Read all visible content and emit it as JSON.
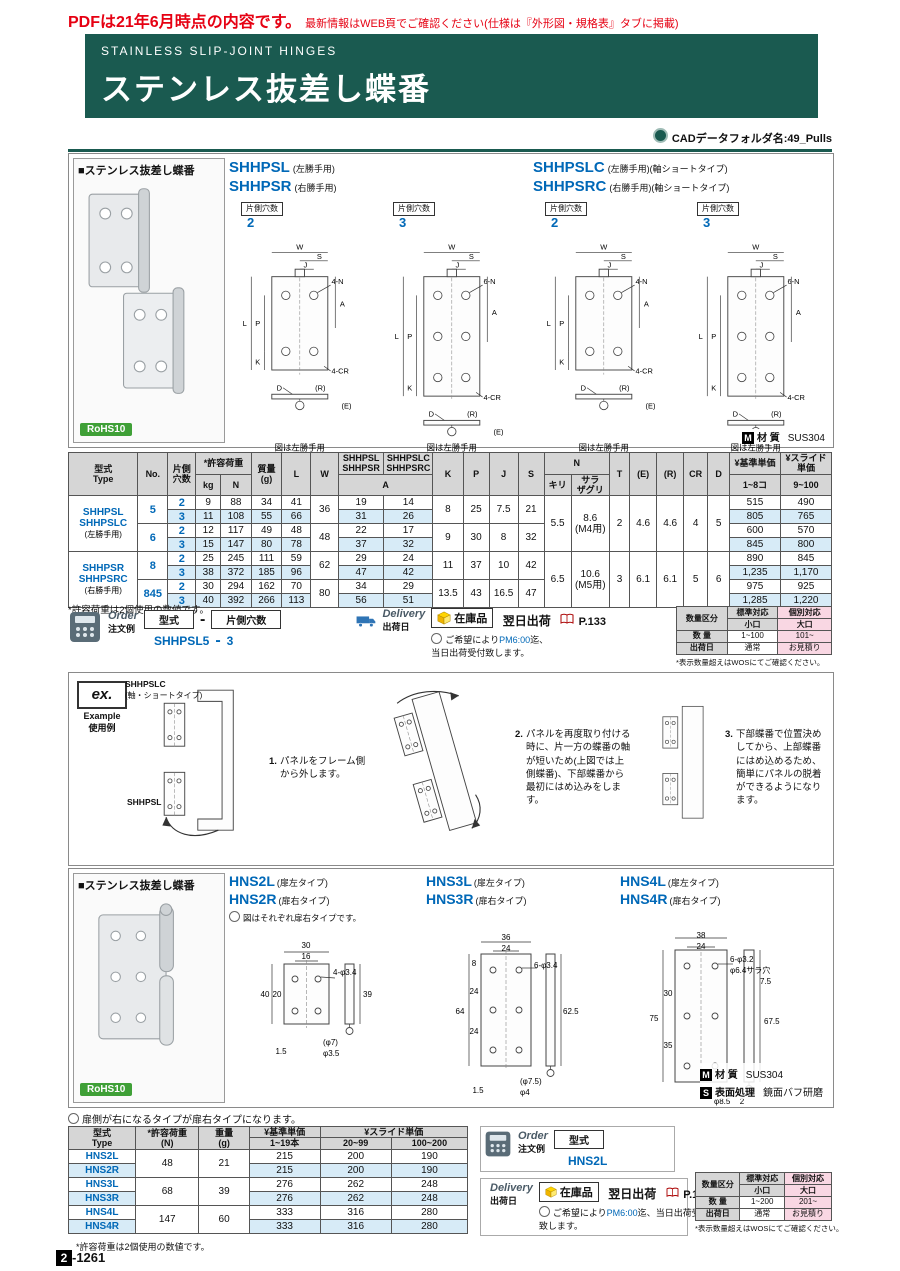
{
  "colors": {
    "header_teal": "#1a5a50",
    "accent_blue": "#0068b7",
    "notice_red": "#e60012",
    "row_alt_blue": "#d7ebf7",
    "qty_pink": "#f9d7e3",
    "rohs_green": "#3fa037",
    "header_gray": "#d6d6d6"
  },
  "notice": {
    "main": "PDFは21年6月時点の内容です。",
    "sub": "最新情報はWEB頁でご確認ください(仕様は『外形図・規格表』タブに掲載)"
  },
  "header": {
    "en": "STAINLESS SLIP-JOINT HINGES",
    "jp": "ステンレス抜差し蝶番",
    "cad_label": "CADデータフォルダ名:49_Pulls"
  },
  "section1": {
    "label": "■ステンレス抜差し蝶番",
    "rohs": "RoHS10",
    "product_groups": [
      {
        "items": [
          {
            "name": "SHHPSL",
            "note": "(左勝手用)"
          },
          {
            "name": "SHHPSR",
            "note": "(右勝手用)"
          }
        ]
      },
      {
        "items": [
          {
            "name": "SHHPSLC",
            "note": "(左勝手用)(軸ショートタイプ)"
          },
          {
            "name": "SHHPSRC",
            "note": "(右勝手用)(軸ショートタイプ)"
          }
        ]
      }
    ],
    "hole_label": "片側穴数",
    "dim_labels": {
      "w": "W",
      "j": "J",
      "s": "S",
      "a": "A",
      "p": "P",
      "l": "L",
      "k": "K",
      "d": "D",
      "r": "(R)",
      "e": "(E)"
    },
    "diagrams": [
      {
        "hole_count": "2",
        "n": "4-N",
        "cr": "4-CR",
        "caption": "図は左勝手用"
      },
      {
        "hole_count": "3",
        "n": "6-N",
        "cr": "4-CR",
        "caption": "図は左勝手用"
      },
      {
        "hole_count": "2",
        "n": "4-N",
        "cr": "4-CR",
        "caption": "図は左勝手用"
      },
      {
        "hole_count": "3",
        "n": "6-N",
        "cr": "4-CR",
        "caption": "図は左勝手用"
      }
    ],
    "material": {
      "mark": "M",
      "label": "材 質",
      "value": "SUS304"
    }
  },
  "table1": {
    "note": "*許容荷重は2個使用の数値です。",
    "header_rows": [
      [
        {
          "t": "型式\nType",
          "rs": 2,
          "w": 72
        },
        {
          "t": "No.",
          "rs": 2,
          "w": 28
        },
        {
          "t": "片側\n穴数",
          "rs": 2,
          "w": 30
        },
        {
          "t": "*許容荷重",
          "cs": 2
        },
        {
          "t": "質量\n(g)",
          "rs": 2,
          "w": 30
        },
        {
          "t": "L",
          "rs": 2,
          "w": 28
        },
        {
          "t": "W",
          "rs": 2,
          "w": 28
        },
        {
          "t": "SHHPSL\nSHHPSR",
          "w": 42
        },
        {
          "t": "SHHPSLC\nSHHPSRC",
          "w": 42
        },
        {
          "t": "K",
          "rs": 2,
          "w": 28
        },
        {
          "t": "P",
          "rs": 2,
          "w": 26
        },
        {
          "t": "J",
          "rs": 2,
          "w": 26
        },
        {
          "t": "S",
          "rs": 2,
          "w": 26
        },
        {
          "t": "N",
          "cs": 2
        },
        {
          "t": "T",
          "rs": 2,
          "w": 20
        },
        {
          "t": "(E)",
          "rs": 2,
          "w": 26
        },
        {
          "t": "(R)",
          "rs": 2,
          "w": 26
        },
        {
          "t": "CR",
          "rs": 2,
          "w": 22
        },
        {
          "t": "D",
          "rs": 2,
          "w": 22
        },
        {
          "t": "¥基準単価",
          "w": 56
        },
        {
          "t": "¥スライド単価",
          "w": 56
        }
      ],
      [
        {
          "t": "kg",
          "w": 24
        },
        {
          "t": "N",
          "w": 30
        },
        {
          "t": "A",
          "cs": 2
        },
        {
          "t": "キリ",
          "w": 26
        },
        {
          "t": "サラ\nザグリ",
          "w": 40
        },
        {
          "t": "1~8コ"
        },
        {
          "t": "9~100"
        }
      ]
    ],
    "rows": [
      {
        "cells": [
          {
            "t": "SHHPSL\nSHHPSLC",
            "sub": "(左勝手用)",
            "rs": 4,
            "cls": "type-cell"
          },
          {
            "t": "5",
            "rs": 2,
            "cls": "blue"
          },
          {
            "t": "2",
            "cls": "blue"
          },
          {
            "t": "9"
          },
          {
            "t": "88"
          },
          {
            "t": "34"
          },
          {
            "t": "41"
          },
          {
            "t": "36",
            "rs": 2
          },
          {
            "t": "19"
          },
          {
            "t": "14"
          },
          {
            "t": "8",
            "rs": 2
          },
          {
            "t": "25",
            "rs": 2
          },
          {
            "t": "7.5",
            "rs": 2
          },
          {
            "t": "21",
            "rs": 2
          },
          {
            "t": "5.5",
            "rs": 4
          },
          {
            "t": "8.6\n(M4用)",
            "rs": 4
          },
          {
            "t": "2",
            "rs": 4
          },
          {
            "t": "4.6",
            "rs": 4
          },
          {
            "t": "4.6",
            "rs": 4
          },
          {
            "t": "4",
            "rs": 4
          },
          {
            "t": "5",
            "rs": 4
          },
          {
            "t": "515"
          },
          {
            "t": "490"
          }
        ]
      },
      {
        "cls": "alt",
        "cells": [
          {
            "t": "3",
            "cls": "blue"
          },
          {
            "t": "11"
          },
          {
            "t": "108"
          },
          {
            "t": "55"
          },
          {
            "t": "66"
          },
          {
            "t": "31"
          },
          {
            "t": "26"
          },
          {
            "t": "805"
          },
          {
            "t": "765"
          }
        ]
      },
      {
        "cells": [
          {
            "t": "6",
            "rs": 2,
            "cls": "blue"
          },
          {
            "t": "2",
            "cls": "blue"
          },
          {
            "t": "12"
          },
          {
            "t": "117"
          },
          {
            "t": "49"
          },
          {
            "t": "48"
          },
          {
            "t": "48",
            "rs": 2
          },
          {
            "t": "22"
          },
          {
            "t": "17"
          },
          {
            "t": "9",
            "rs": 2
          },
          {
            "t": "30",
            "rs": 2
          },
          {
            "t": "8",
            "rs": 2
          },
          {
            "t": "32",
            "rs": 2
          },
          {
            "t": "600"
          },
          {
            "t": "570"
          }
        ]
      },
      {
        "cls": "alt",
        "cells": [
          {
            "t": "3",
            "cls": "blue"
          },
          {
            "t": "15"
          },
          {
            "t": "147"
          },
          {
            "t": "80"
          },
          {
            "t": "78"
          },
          {
            "t": "37"
          },
          {
            "t": "32"
          },
          {
            "t": "845"
          },
          {
            "t": "800"
          }
        ]
      },
      {
        "cells": [
          {
            "t": "SHHPSR\nSHHPSRC",
            "sub": "(右勝手用)",
            "rs": 4,
            "cls": "type-cell"
          },
          {
            "t": "8",
            "rs": 2,
            "cls": "blue"
          },
          {
            "t": "2",
            "cls": "blue"
          },
          {
            "t": "25"
          },
          {
            "t": "245"
          },
          {
            "t": "111"
          },
          {
            "t": "59"
          },
          {
            "t": "62",
            "rs": 2
          },
          {
            "t": "29"
          },
          {
            "t": "24"
          },
          {
            "t": "11",
            "rs": 2
          },
          {
            "t": "37",
            "rs": 2
          },
          {
            "t": "10",
            "rs": 2
          },
          {
            "t": "42",
            "rs": 2
          },
          {
            "t": "6.5",
            "rs": 4
          },
          {
            "t": "10.6\n(M5用)",
            "rs": 4
          },
          {
            "t": "3",
            "rs": 4
          },
          {
            "t": "6.1",
            "rs": 4
          },
          {
            "t": "6.1",
            "rs": 4
          },
          {
            "t": "5",
            "rs": 4
          },
          {
            "t": "6",
            "rs": 4
          },
          {
            "t": "890"
          },
          {
            "t": "845"
          }
        ]
      },
      {
        "cls": "alt",
        "cells": [
          {
            "t": "3",
            "cls": "blue"
          },
          {
            "t": "38"
          },
          {
            "t": "372"
          },
          {
            "t": "185"
          },
          {
            "t": "96"
          },
          {
            "t": "47"
          },
          {
            "t": "42"
          },
          {
            "t": "1,235"
          },
          {
            "t": "1,170"
          }
        ]
      },
      {
        "cells": [
          {
            "t": "845",
            "rs": 2,
            "cls": "blue"
          },
          {
            "t": "2",
            "cls": "blue"
          },
          {
            "t": "30"
          },
          {
            "t": "294"
          },
          {
            "t": "162"
          },
          {
            "t": "70"
          },
          {
            "t": "80",
            "rs": 2
          },
          {
            "t": "34"
          },
          {
            "t": "29"
          },
          {
            "t": "13.5",
            "rs": 2
          },
          {
            "t": "43",
            "rs": 2
          },
          {
            "t": "16.5",
            "rs": 2
          },
          {
            "t": "47",
            "rs": 2
          },
          {
            "t": "975"
          },
          {
            "t": "925"
          }
        ]
      },
      {
        "cls": "alt",
        "cells": [
          {
            "t": "3",
            "cls": "blue"
          },
          {
            "t": "40"
          },
          {
            "t": "392"
          },
          {
            "t": "266"
          },
          {
            "t": "113"
          },
          {
            "t": "56"
          },
          {
            "t": "51"
          },
          {
            "t": "1,285"
          },
          {
            "t": "1,220"
          }
        ]
      }
    ]
  },
  "order1": {
    "en": "Order",
    "jp": "注文例",
    "field1": "型式",
    "dash": "-",
    "field2": "片側穴数",
    "example": "SHHPSL5",
    "ex_dash": "-",
    "ex_value": "3"
  },
  "delivery": {
    "en": "Delivery",
    "jp": "出荷日",
    "stock": "在庫品",
    "ship": "翌日出荷",
    "page_ref": "P.133",
    "note1": "ご希望により",
    "note_time": "PM6:00",
    "note2": "迄、",
    "note3": "当日出荷受付致します。"
  },
  "qty1": {
    "header_rows": [
      [
        {
          "t": "数量区分",
          "rs": 2
        },
        {
          "t": "標準対応"
        },
        {
          "t": "個別対応",
          "cls": "pink"
        }
      ],
      [
        {
          "t": "小口"
        },
        {
          "t": "大口",
          "cls": "pink"
        }
      ]
    ],
    "rows": [
      {
        "cells": [
          {
            "t": "数 量",
            "cls": "qh"
          },
          {
            "t": "1~100"
          },
          {
            "t": "101~",
            "cls": "pink"
          }
        ]
      },
      {
        "cells": [
          {
            "t": "出荷日",
            "cls": "qh"
          },
          {
            "t": "通常"
          },
          {
            "t": "お見積り",
            "cls": "pink"
          }
        ]
      }
    ],
    "note": "*表示数量超えはWOSにてご確認ください。"
  },
  "example": {
    "logo": "ex.",
    "en": "Example",
    "jp": "使用例",
    "label_top": "SHHPSLC",
    "label_top_note": "(軸・ショートタイプ)",
    "label_bottom": "SHHPSL",
    "steps": [
      {
        "n": "1.",
        "text": "パネルをフレーム側から外します。"
      },
      {
        "n": "2.",
        "text": "パネルを再度取り付ける時に、片一方の蝶番の軸が短いため(上図では上側蝶番)、下部蝶番から最初にはめ込みをします。"
      },
      {
        "n": "3.",
        "text": "下部蝶番で位置決めしてから、上部蝶番にはめ込めるため、簡単にパネルの脱着ができるようになります。"
      }
    ]
  },
  "section2": {
    "label": "■ステンレス抜差し蝶番",
    "rohs": "RoHS10",
    "figure_note": "図はそれぞれ扉右タイプです。",
    "groups": [
      {
        "name_l": "HNS2L",
        "note_l": "(扉左タイプ)",
        "name_r": "HNS2R",
        "note_r": "(扉右タイプ)",
        "labels": [
          "30",
          "16",
          "4-φ3.4",
          "40",
          "20",
          "39",
          "(φ7)",
          "φ3.5",
          "1.5"
        ]
      },
      {
        "name_l": "HNS3L",
        "note_l": "(扉左タイプ)",
        "name_r": "HNS3R",
        "note_r": "(扉右タイプ)",
        "labels": [
          "36",
          "24",
          "6-φ3.4",
          "8",
          "64",
          "24",
          "24",
          "62.5",
          "(φ7.5)",
          "φ4",
          "1.5"
        ]
      },
      {
        "name_l": "HNS4L",
        "note_l": "(扉左タイプ)",
        "name_r": "HNS4R",
        "note_r": "(扉右タイプ)",
        "labels": [
          "38",
          "24",
          "6-φ3.2",
          "φ6.4サラ穴",
          "7.5",
          "75",
          "30",
          "35",
          "67.5",
          "φ8.5",
          "2"
        ]
      }
    ],
    "material": {
      "m_mark": "M",
      "m_label": "材 質",
      "m_value": "SUS304",
      "s_mark": "S",
      "s_label": "表面処理",
      "s_value": "鏡面バフ研磨"
    }
  },
  "door_note": "扉側が右になるタイプが扉右タイプになります。",
  "table2": {
    "header_rows": [
      [
        {
          "t": "型式\nType",
          "rs": 2,
          "w": 66
        },
        {
          "t": "*許容荷重\n(N)",
          "rs": 2,
          "w": 64
        },
        {
          "t": "重量\n(g)",
          "rs": 2,
          "w": 50
        },
        {
          "t": "¥基準単価",
          "w": 72
        },
        {
          "t": "¥スライド単価",
          "cs": 2
        }
      ],
      [
        {
          "t": "1~19本"
        },
        {
          "t": "20~99",
          "w": 72
        },
        {
          "t": "100~200",
          "w": 76
        }
      ]
    ],
    "rows": [
      {
        "cells": [
          {
            "t": "HNS2L",
            "cls": "type-cell"
          },
          {
            "t": "48",
            "rs": 2
          },
          {
            "t": "21",
            "rs": 2
          },
          {
            "t": "215"
          },
          {
            "t": "200"
          },
          {
            "t": "190"
          }
        ]
      },
      {
        "cls": "alt",
        "cells": [
          {
            "t": "HNS2R",
            "cls": "type-cell"
          },
          {
            "t": "215"
          },
          {
            "t": "200"
          },
          {
            "t": "190"
          }
        ]
      },
      {
        "cells": [
          {
            "t": "HNS3L",
            "cls": "type-cell"
          },
          {
            "t": "68",
            "rs": 2
          },
          {
            "t": "39",
            "rs": 2
          },
          {
            "t": "276"
          },
          {
            "t": "262"
          },
          {
            "t": "248"
          }
        ]
      },
      {
        "cls": "alt",
        "cells": [
          {
            "t": "HNS3R",
            "cls": "type-cell"
          },
          {
            "t": "276"
          },
          {
            "t": "262"
          },
          {
            "t": "248"
          }
        ]
      },
      {
        "cells": [
          {
            "t": "HNS4L",
            "cls": "type-cell"
          },
          {
            "t": "147",
            "rs": 2
          },
          {
            "t": "60",
            "rs": 2
          },
          {
            "t": "333"
          },
          {
            "t": "316"
          },
          {
            "t": "280"
          }
        ]
      },
      {
        "cls": "alt",
        "cells": [
          {
            "t": "HNS4R",
            "cls": "type-cell"
          },
          {
            "t": "333"
          },
          {
            "t": "316"
          },
          {
            "t": "280"
          }
        ]
      }
    ]
  },
  "order2": {
    "en": "Order",
    "jp": "注文例",
    "field1": "型式",
    "example": "HNS2L"
  },
  "qty2": {
    "header_rows": [
      [
        {
          "t": "数量区分",
          "rs": 2
        },
        {
          "t": "標準対応"
        },
        {
          "t": "個別対応",
          "cls": "pink"
        }
      ],
      [
        {
          "t": "小口"
        },
        {
          "t": "大口",
          "cls": "pink"
        }
      ]
    ],
    "rows": [
      {
        "cells": [
          {
            "t": "数 量",
            "cls": "qh"
          },
          {
            "t": "1~200"
          },
          {
            "t": "201~",
            "cls": "pink"
          }
        ]
      },
      {
        "cells": [
          {
            "t": "出荷日",
            "cls": "qh"
          },
          {
            "t": "通常"
          },
          {
            "t": "お見積り",
            "cls": "pink"
          }
        ]
      }
    ],
    "note": "*表示数量超えはWOSにてご確認ください。"
  },
  "footer": {
    "note": "*許容荷重は2個使用の数値です。",
    "page_box": "2",
    "page_rest": "-1261"
  }
}
